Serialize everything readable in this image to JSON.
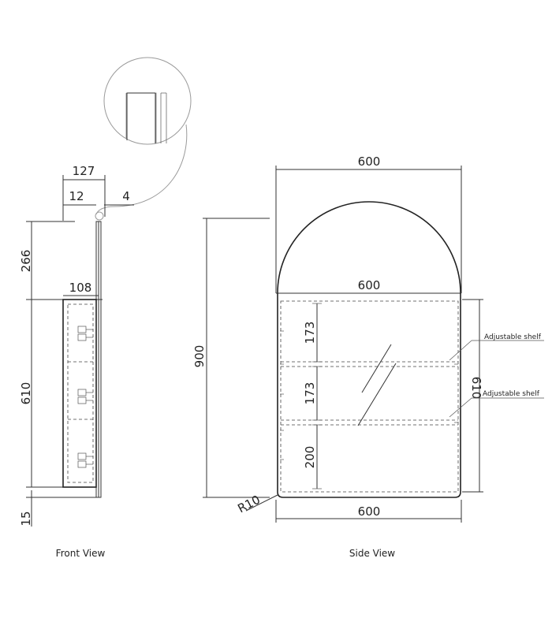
{
  "front_view": {
    "label": "Front View",
    "dims": {
      "depth_total": "127",
      "depth_door": "12",
      "gap": "4",
      "depth_body": "108",
      "arch_height": "266",
      "body_height": "610",
      "bottom": "15"
    }
  },
  "side_view": {
    "label": "Side View",
    "dims": {
      "width_top": "600",
      "width_mid": "600",
      "width_bottom": "600",
      "height_total": "900",
      "body_height": "610",
      "shelf_1": "173",
      "shelf_2": "173",
      "shelf_3": "200",
      "corner_radius": "R10"
    },
    "notes": {
      "shelf_note_1": "Adjustable shelf",
      "shelf_note_2": "Adjustable shelf"
    }
  }
}
